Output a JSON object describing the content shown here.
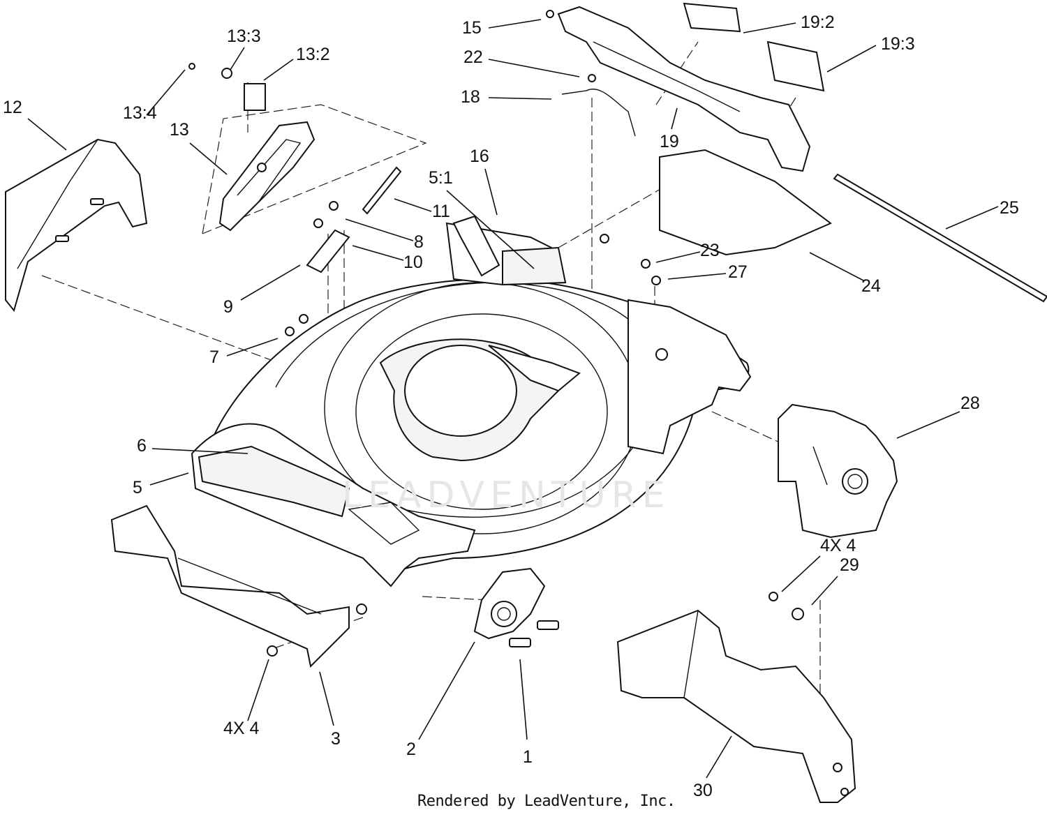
{
  "callouts": [
    {
      "id": "15",
      "text": "15"
    },
    {
      "id": "19-2",
      "text": "19:2"
    },
    {
      "id": "19-3",
      "text": "19:3"
    },
    {
      "id": "22",
      "text": "22"
    },
    {
      "id": "18",
      "text": "18"
    },
    {
      "id": "19",
      "text": "19"
    },
    {
      "id": "13-3",
      "text": "13:3"
    },
    {
      "id": "13-2",
      "text": "13:2"
    },
    {
      "id": "13-4",
      "text": "13:4"
    },
    {
      "id": "12",
      "text": "12"
    },
    {
      "id": "13",
      "text": "13"
    },
    {
      "id": "16",
      "text": "16"
    },
    {
      "id": "5-1",
      "text": "5:1"
    },
    {
      "id": "11",
      "text": "11"
    },
    {
      "id": "8",
      "text": "8"
    },
    {
      "id": "10",
      "text": "10"
    },
    {
      "id": "9",
      "text": "9"
    },
    {
      "id": "25",
      "text": "25"
    },
    {
      "id": "23",
      "text": "23"
    },
    {
      "id": "27",
      "text": "27"
    },
    {
      "id": "24",
      "text": "24"
    },
    {
      "id": "7",
      "text": "7"
    },
    {
      "id": "28",
      "text": "28"
    },
    {
      "id": "6",
      "text": "6"
    },
    {
      "id": "5",
      "text": "5"
    },
    {
      "id": "4x4-right",
      "text": "4X 4"
    },
    {
      "id": "29",
      "text": "29"
    },
    {
      "id": "4x4-left",
      "text": "4X 4"
    },
    {
      "id": "3",
      "text": "3"
    },
    {
      "id": "2",
      "text": "2"
    },
    {
      "id": "1",
      "text": "1"
    },
    {
      "id": "30",
      "text": "30"
    }
  ],
  "footer": {
    "credit": "Rendered by LeadVenture, Inc."
  },
  "watermark": {
    "text": "LEADVENTURE"
  }
}
